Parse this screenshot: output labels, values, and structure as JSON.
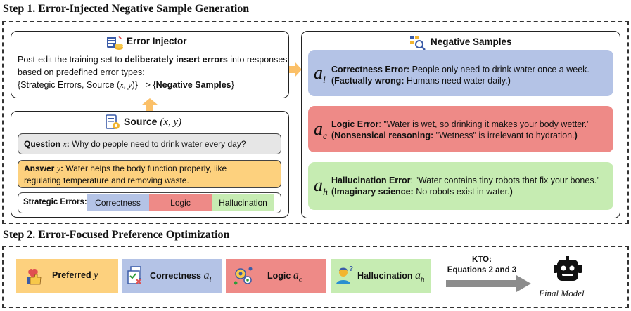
{
  "step1": {
    "title": "Step 1. Error-Injected Negative Sample Generation",
    "injector": {
      "title": "Error Injector",
      "line1_pre": "Post-edit the training set to ",
      "line1_bold": "deliberately insert errors",
      "line1_post": " into responses",
      "line2": "based on predefined error types:",
      "line3_pre": "{Strategic Errors, Source (",
      "line3_math": "x, y",
      "line3_mid": ")} => {",
      "line3_bold": "Negative Samples",
      "line3_post": "}"
    },
    "source": {
      "title": "Source",
      "title_math": "(x, y)",
      "question_label": "Question",
      "question_var": "x",
      "question_text": "Why do people need to drink water every day?",
      "answer_label": "Answer",
      "answer_var": "y",
      "answer_line1": "Water helps the body function properly, like",
      "answer_line2": "regulating temperature and removing waste.",
      "strategic_label": "Strategic Errors:",
      "errors": [
        "Correctness",
        "Logic",
        "Hallucination"
      ]
    },
    "negatives": {
      "title": "Negative Samples",
      "items": [
        {
          "sym": "a",
          "sub": "l",
          "head": "Correctness Error:",
          "text": " People only need to drink water once a week.",
          "note_head": "(Factually wrong:",
          "note_text": " Humans need water daily.",
          "note_close": ")"
        },
        {
          "sym": "a",
          "sub": "c",
          "head": "Logic Error",
          "text": ": \"Water is wet, so drinking it makes your body wetter.\"",
          "note_head": "(Nonsensical reasoning:",
          "note_text": " \"Wetness\" is irrelevant to hydration.",
          "note_close": ")"
        },
        {
          "sym": "a",
          "sub": "h",
          "head": "Hallucination Error",
          "text": ": \"Water contains tiny robots that fix your bones.\"",
          "note_head": "(Imaginary science:",
          "note_text": " No robots exist in water.",
          "note_close": ")"
        }
      ]
    }
  },
  "step2": {
    "title": "Step 2. Error-Focused Preference Optimization",
    "boxes": [
      {
        "label": "Preferred",
        "var": "y",
        "sub": ""
      },
      {
        "label": "Correctness",
        "var": "a",
        "sub": "l"
      },
      {
        "label": "Logic",
        "var": "a",
        "sub": "c"
      },
      {
        "label": "Hallucination",
        "var": "a",
        "sub": "h"
      }
    ],
    "kto_line1": "KTO:",
    "kto_line2": "Equations 2 and 3",
    "final_model": "Final Model"
  },
  "colors": {
    "blue": "#b4c3e6",
    "red": "#ee8a87",
    "green": "#c6ecb2",
    "orange": "#fdd17e",
    "gray": "#e6e6e6",
    "arrow_orange": "#fbc068",
    "arrow_gray": "#8c8c8c"
  }
}
